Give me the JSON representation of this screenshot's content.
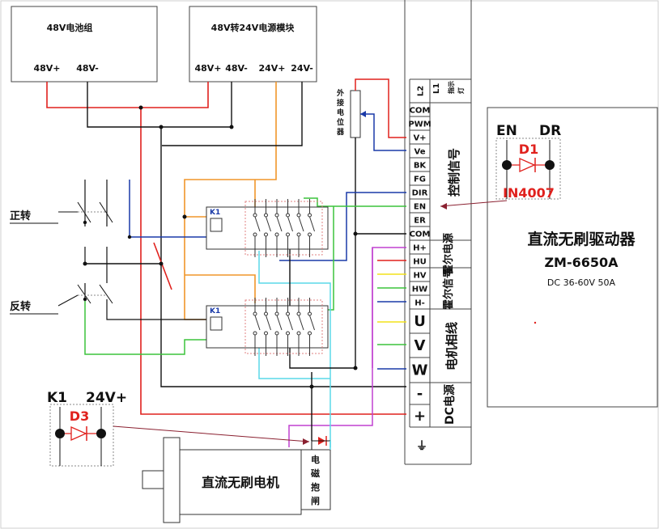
{
  "battery": {
    "title": "48V电池组",
    "pos": "48V+",
    "neg": "48V-"
  },
  "converter": {
    "title": "48V转24V电源模块",
    "in_pos": "48V+",
    "in_neg": "48V-",
    "out_pos": "24V+",
    "out_neg": "24V-"
  },
  "potentiometer_label": "外接电位器",
  "switch_forward": "正转",
  "switch_reverse": "反转",
  "relay_label": "K1",
  "terminals": [
    "L2",
    "COM",
    "PWM",
    "V+",
    "Ve",
    "BK",
    "FG",
    "DIR",
    "EN",
    "ER",
    "COM",
    "H+",
    "HU",
    "HV",
    "HW",
    "H-",
    "U",
    "V",
    "W",
    "-",
    "+",
    "⏚"
  ],
  "indicator_label": "L1指示灯",
  "group_labels": {
    "control": "控制信号",
    "hall_power": "霍尔电源",
    "hall_signal": "霍尔信号",
    "motor_phase": "电机相线",
    "dc_power": "DC电源"
  },
  "driver": {
    "title": "直流无刷驱动器",
    "model": "ZM-6650A",
    "spec": "DC 36-60V 50A"
  },
  "diode_d1": {
    "left": "EN",
    "right": "DR",
    "name": "D1",
    "part": "IN4007"
  },
  "diode_d3": {
    "left": "K1",
    "right": "24V+",
    "name": "D3"
  },
  "motor_label": "直流无刷电机",
  "brake_label": "电磁抱闸",
  "colors": {
    "red": "#e0211d",
    "black": "#111111",
    "orange": "#f0962a",
    "blue": "#1a3aa8",
    "green": "#3cc43c",
    "cyan": "#5ad8e8",
    "magenta": "#c040d0",
    "yellow": "#f2e21a",
    "maroon": "#8a2030"
  }
}
